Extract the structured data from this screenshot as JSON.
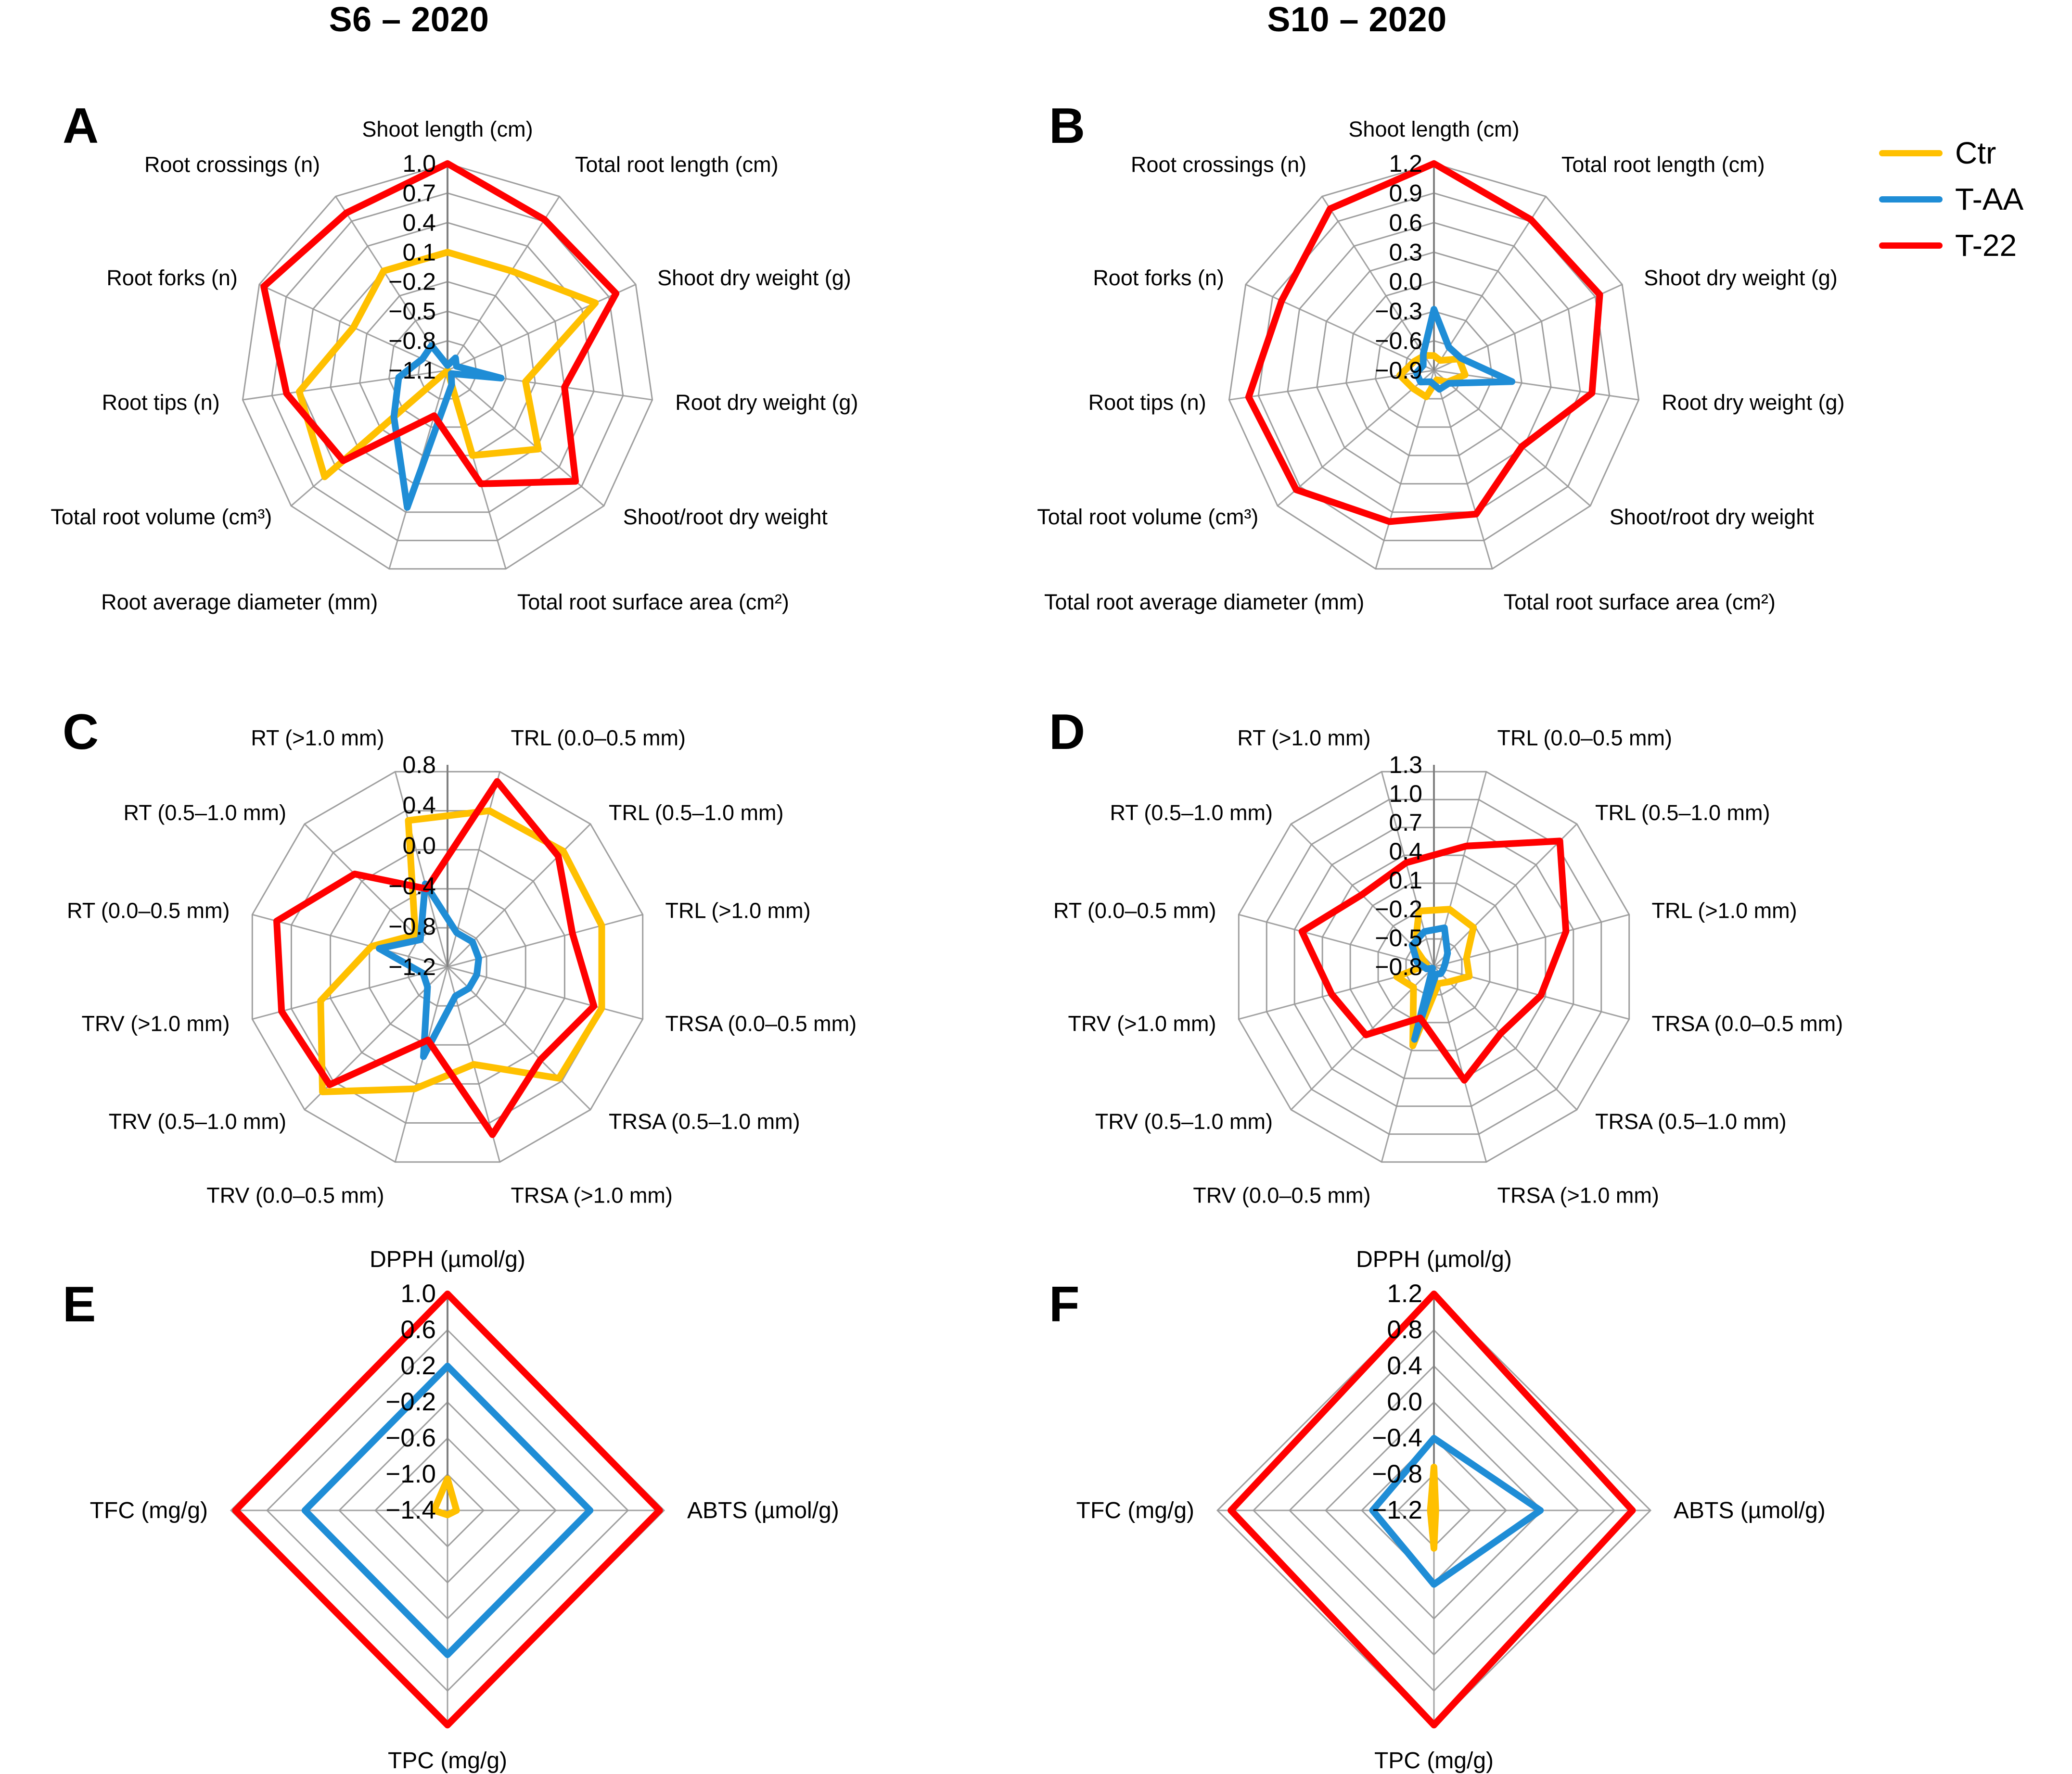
{
  "figure": {
    "column_titles": [
      "S6 – 2020",
      "S10 – 2020"
    ],
    "legend": {
      "entries": [
        {
          "label": "Ctr",
          "color": "#FFC000"
        },
        {
          "label": "T-AA",
          "color": "#1F8DD6"
        },
        {
          "label": "T-22",
          "color": "#FF0000"
        }
      ]
    },
    "panel_letters": [
      "A",
      "B",
      "C",
      "D",
      "E",
      "F"
    ]
  },
  "colors": {
    "ctr": "#FFC000",
    "t_aa": "#1F8DD6",
    "t_22": "#FF0000",
    "grid": "#9A9A9A",
    "axis": "#808080",
    "text": "#000000",
    "background": "#FFFFFF"
  },
  "chart_data": [
    {
      "id": "A",
      "panel": "A",
      "type": "radar",
      "title": "S6 – 2020",
      "categories": [
        "Shoot length (cm)",
        "Total root length (cm)",
        "Shoot dry weight (g)",
        "Root dry weight (g)",
        "Shoot/root dry weight",
        "Total root surface area (cm²)",
        "Root average diameter (mm)",
        "Total root volume (cm³)",
        "Root tips (n)",
        "Root forks (n)",
        "Root crossings (n)"
      ],
      "tick_labels": [
        "1.0",
        "0.7",
        "0.4",
        "0.1",
        "-0.2",
        "-0.5",
        "-0.8",
        "-1.1"
      ],
      "rlim": [
        -1.1,
        1.0
      ],
      "grid": true,
      "legend_position": "right",
      "series": [
        {
          "name": "Ctr",
          "color": "#FFC000",
          "values": [
            0.1,
            0.1,
            0.55,
            -0.3,
            0.12,
            -0.2,
            -1.1,
            0.55,
            0.42,
            -0.05,
            0.1
          ]
        },
        {
          "name": "T-AA",
          "color": "#1F8DD6",
          "values": [
            -1.05,
            -0.95,
            -1.0,
            -0.55,
            -1.05,
            -0.95,
            0.35,
            -0.38,
            -0.6,
            -0.82,
            -0.8
          ]
        },
        {
          "name": "T-22",
          "color": "#FF0000",
          "values": [
            1.0,
            0.72,
            0.78,
            0.1,
            0.62,
            0.1,
            -0.62,
            0.3,
            0.55,
            0.95,
            0.8
          ]
        }
      ]
    },
    {
      "id": "B",
      "panel": "B",
      "type": "radar",
      "title": "S10 – 2020",
      "categories": [
        "Shoot length (cm)",
        "Total root length (cm)",
        "Shoot dry weight (g)",
        "Root dry weight (g)",
        "Shoot/root dry weight",
        "Total root surface area (cm²)",
        "Total root average diameter (mm)",
        "Total root volume (cm³)",
        "Root tips (n)",
        "Root forks (n)",
        "Root crossings (n)"
      ],
      "tick_labels": [
        "1.2",
        "0.9",
        "0.6",
        "0.3",
        "0.0",
        "-0.3",
        "-0.6",
        "-0.9"
      ],
      "rlim": [
        -0.9,
        1.2
      ],
      "grid": true,
      "legend_position": "right",
      "series": [
        {
          "name": "Ctr",
          "color": "#FFC000",
          "values": [
            -0.75,
            -0.78,
            -0.62,
            -0.58,
            -0.72,
            -0.8,
            -0.62,
            -0.62,
            -0.55,
            -0.68,
            -0.72
          ]
        },
        {
          "name": "T-AA",
          "color": "#1F8DD6",
          "values": [
            -0.28,
            -0.62,
            -0.6,
            -0.1,
            -0.7,
            -0.7,
            -0.78,
            -0.72,
            -0.72,
            -0.78,
            -0.7
          ]
        },
        {
          "name": "T-22",
          "color": "#FF0000",
          "values": [
            1.2,
            0.92,
            0.95,
            0.72,
            0.28,
            0.62,
            0.7,
            0.95,
            1.0,
            0.8,
            1.05
          ]
        }
      ]
    },
    {
      "id": "C",
      "panel": "C",
      "type": "radar",
      "title": "S6 – 2020",
      "categories": [
        "TRL (0.0–0.5 mm)",
        "TRL (0.5–1.0 mm)",
        "TRL (>1.0 mm)",
        "TRSA (0.0–0.5 mm)",
        "TRSA (0.5–1.0 mm)",
        "TRSA (>1.0 mm)",
        "TRV (0.0–0.5 mm)",
        "TRV (0.5–1.0 mm)",
        "TRV (>1.0 mm)",
        "RT (0.0–0.5 mm)",
        "RT (0.5–1.0 mm)",
        "RT (>1.0 mm)"
      ],
      "tick_labels": [
        "0.8",
        "0.4",
        "0.0",
        "-0.4",
        "-0.8",
        "-1.2"
      ],
      "rlim": [
        -1.2,
        0.8
      ],
      "grid": true,
      "legend_position": "right",
      "series": [
        {
          "name": "Ctr",
          "color": "#FFC000",
          "values": [
            0.4,
            0.42,
            0.38,
            0.38,
            0.36,
            -0.2,
            0.05,
            0.55,
            0.1,
            -0.42,
            -0.75,
            0.3
          ]
        },
        {
          "name": "T-AA",
          "color": "#1F8DD6",
          "values": [
            -0.85,
            -0.85,
            -0.88,
            -0.9,
            -0.9,
            -0.9,
            -0.28,
            -0.92,
            -0.95,
            -0.5,
            -0.82,
            -0.35
          ]
        },
        {
          "name": "T-22",
          "color": "#FF0000",
          "values": [
            0.7,
            0.35,
            0.08,
            0.3,
            0.1,
            0.52,
            -0.45,
            0.45,
            0.5,
            0.55,
            0.1,
            -0.4
          ]
        }
      ]
    },
    {
      "id": "D",
      "panel": "D",
      "type": "radar",
      "title": "S10 – 2020",
      "categories": [
        "TRL (0.0–0.5 mm)",
        "TRL (0.5–1.0 mm)",
        "TRL (>1.0 mm)",
        "TRSA (0.0–0.5 mm)",
        "TRSA (0.5–1.0 mm)",
        "TRSA (>1.0 mm)",
        "TRV (0.0–0.5 mm)",
        "TRV (0.5–1.0 mm)",
        "TRV (>1.0 mm)",
        "RT (0.0–0.5 mm)",
        "RT (0.5–1.0 mm)",
        "RT (>1.0 mm)"
      ],
      "tick_labels": [
        "1.3",
        "1.0",
        "0.7",
        "0.4",
        "0.1",
        "-0.2",
        "-0.5",
        "-0.8"
      ],
      "rlim": [
        -0.8,
        1.3
      ],
      "grid": true,
      "legend_position": "right",
      "series": [
        {
          "name": "Ctr",
          "color": "#FFC000",
          "values": [
            -0.18,
            -0.22,
            -0.45,
            -0.42,
            -0.58,
            -0.62,
            0.05,
            -0.5,
            -0.4,
            -0.72,
            -0.52,
            -0.2
          ]
        },
        {
          "name": "T-AA",
          "color": "#1F8DD6",
          "values": [
            -0.38,
            -0.6,
            -0.68,
            -0.7,
            -0.7,
            -0.72,
            -0.02,
            -0.78,
            -0.72,
            -0.62,
            -0.48,
            -0.42
          ]
        },
        {
          "name": "T-22",
          "color": "#FF0000",
          "values": [
            0.5,
            1.05,
            0.62,
            0.35,
            0.18,
            0.42,
            -0.25,
            0.2,
            0.3,
            0.62,
            0.26,
            0.32
          ]
        }
      ]
    },
    {
      "id": "E",
      "panel": "E",
      "type": "radar",
      "title": "S6 – 2020",
      "categories": [
        "DPPH (µmol/g)",
        "ABTS (µmol/g)",
        "TPC (mg/g)",
        "TFC (mg/g)"
      ],
      "tick_labels": [
        "1.0",
        "0.6",
        "0.2",
        "-0.2",
        "-0.6",
        "-1.0",
        "-1.4"
      ],
      "rlim": [
        -1.4,
        1.0
      ],
      "grid": true,
      "legend_position": "right",
      "series": [
        {
          "name": "Ctr",
          "color": "#FFC000",
          "values": [
            -1.05,
            -1.3,
            -1.35,
            -1.25
          ]
        },
        {
          "name": "T-AA",
          "color": "#1F8DD6",
          "values": [
            0.2,
            0.18,
            0.2,
            0.18
          ]
        },
        {
          "name": "T-22",
          "color": "#FF0000",
          "values": [
            1.0,
            0.95,
            0.98,
            0.95
          ]
        }
      ]
    },
    {
      "id": "F",
      "panel": "F",
      "type": "radar",
      "title": "S10 – 2020",
      "categories": [
        "DPPH (µmol/g)",
        "ABTS (µmol/g)",
        "TPC (mg/g)",
        "TFC (mg/g)"
      ],
      "tick_labels": [
        "1.2",
        "0.8",
        "0.4",
        "0.0",
        "-0.4",
        "-0.8",
        "-1.2"
      ],
      "rlim": [
        -1.2,
        1.2
      ],
      "grid": true,
      "legend_position": "right",
      "series": [
        {
          "name": "Ctr",
          "color": "#FFC000",
          "values": [
            -0.72,
            -1.18,
            -0.78,
            -1.16
          ]
        },
        {
          "name": "T-AA",
          "color": "#1F8DD6",
          "values": [
            -0.4,
            -0.02,
            -0.38,
            -0.52
          ]
        },
        {
          "name": "T-22",
          "color": "#FF0000",
          "values": [
            1.2,
            1.0,
            1.18,
            1.05
          ]
        }
      ]
    }
  ]
}
